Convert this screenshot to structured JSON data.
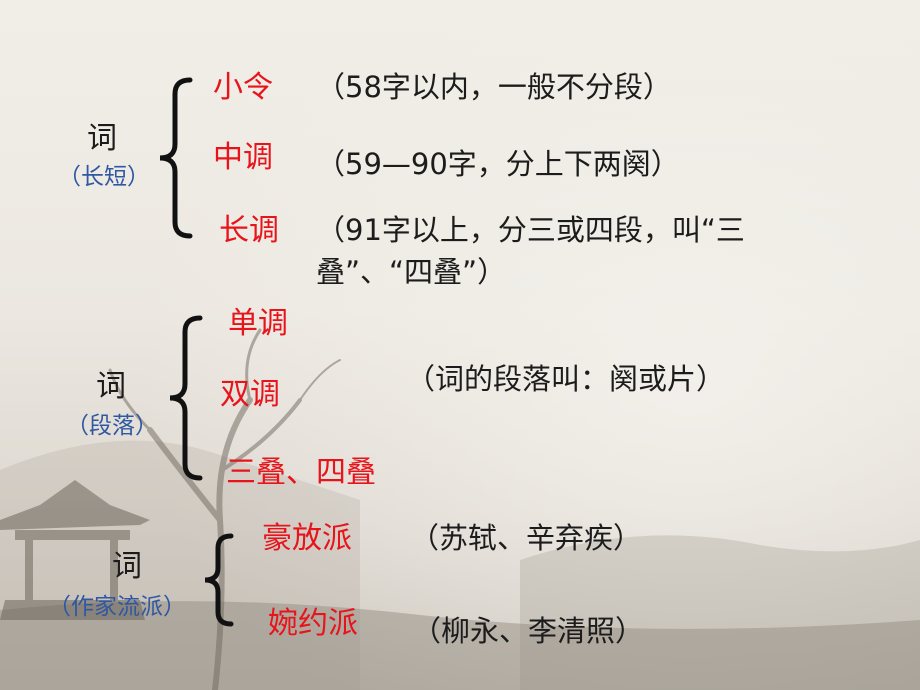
{
  "section1": {
    "main": "词",
    "sub": "（长短）",
    "items": [
      {
        "label": "小令",
        "note": "（58字以内，一般不分段）"
      },
      {
        "label": "中调",
        "note": "（59—90字，分上下两阕）"
      },
      {
        "label": "长调",
        "note_line1": "（91字以上，分三或四段，叫“三",
        "note_line2": "叠”、“四叠”）"
      }
    ]
  },
  "section2": {
    "main": "词",
    "sub": "（段落）",
    "items": [
      {
        "label": "单调"
      },
      {
        "label": "双调"
      },
      {
        "label": "三叠、四叠"
      }
    ],
    "note": "（词的段落叫：阕或片）"
  },
  "section3": {
    "main": "词",
    "sub": "（作家流派）",
    "items": [
      {
        "label": "豪放派",
        "note": "（苏轼、辛弃疾）"
      },
      {
        "label": "婉约派",
        "note": "（柳永、李清照）"
      }
    ]
  },
  "colors": {
    "category": "#e8141b",
    "subtitle": "#2f58a3",
    "text": "#1c1c1c"
  }
}
